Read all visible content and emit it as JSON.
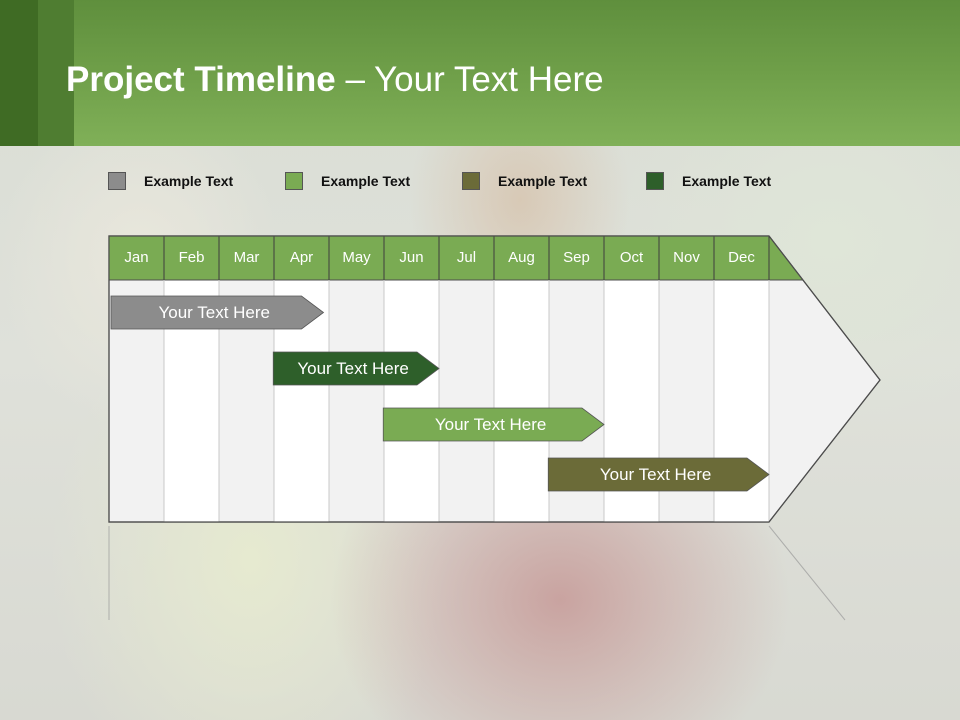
{
  "slide": {
    "title_bold": "Project Timeline",
    "title_rest": " – Your Text Here"
  },
  "legend": [
    {
      "label": "Example Text",
      "color": "#8c8c8c"
    },
    {
      "label": "Example Text",
      "color": "#7aab53"
    },
    {
      "label": "Example Text",
      "color": "#6b6b38"
    },
    {
      "label": "Example Text",
      "color": "#2e5f2a"
    }
  ],
  "timeline": {
    "months": [
      "Jan",
      "Feb",
      "Mar",
      "Apr",
      "May",
      "Jun",
      "Jul",
      "Aug",
      "Sep",
      "Oct",
      "Nov",
      "Dec"
    ],
    "header_color": "#7aab53",
    "bars": [
      {
        "label": "Your  Text Here",
        "start_month": 0.0,
        "end_month": 3.9,
        "color": "#8c8c8c"
      },
      {
        "label": "Your  Text Here",
        "start_month": 2.95,
        "end_month": 6.0,
        "color": "#2e5f2a"
      },
      {
        "label": "Your  Text Here",
        "start_month": 4.95,
        "end_month": 9.0,
        "color": "#7aab53"
      },
      {
        "label": "Your  Text Here",
        "start_month": 7.95,
        "end_month": 12.0,
        "color": "#6b6b38"
      }
    ]
  }
}
